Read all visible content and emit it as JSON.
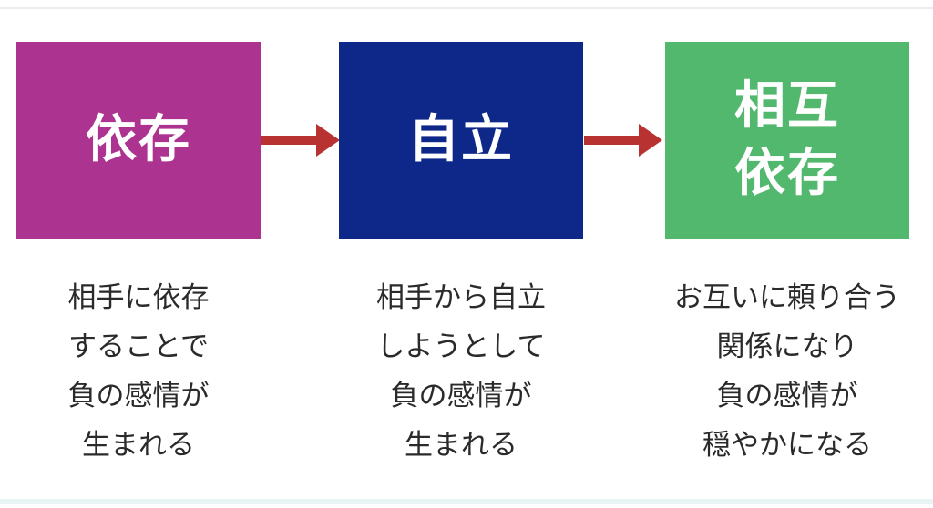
{
  "colors": {
    "box1": "#ad3391",
    "box2": "#0e288a",
    "box3": "#52b86e",
    "arrow": "#b83232"
  },
  "stages": [
    {
      "title_lines": [
        "依存"
      ],
      "caption_lines": [
        "相手に依存",
        "することで",
        "負の感情が",
        "生まれる"
      ]
    },
    {
      "title_lines": [
        "自立"
      ],
      "caption_lines": [
        "相手から自立",
        "しようとして",
        "負の感情が",
        "生まれる"
      ]
    },
    {
      "title_lines": [
        "相互",
        "依存"
      ],
      "caption_lines": [
        "お互いに頼り合う",
        "関係になり",
        "負の感情が",
        "穏やかになる"
      ]
    }
  ]
}
